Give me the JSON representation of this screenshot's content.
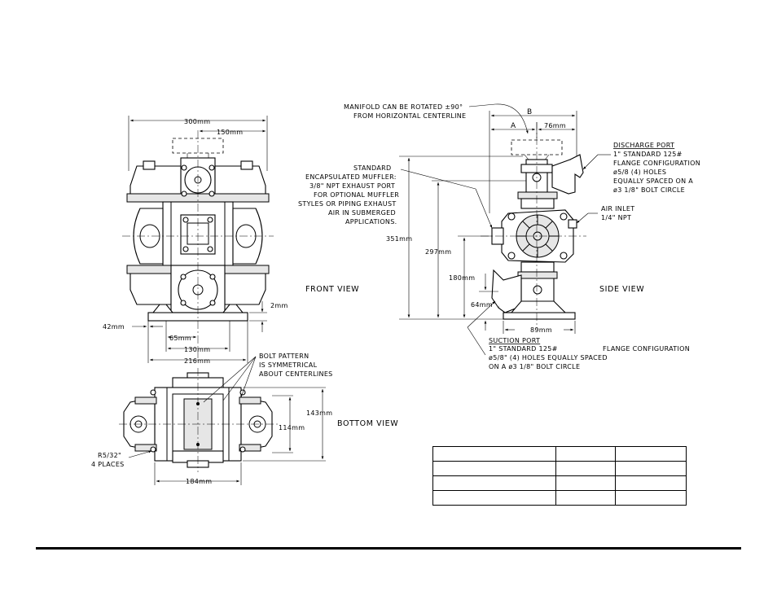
{
  "front_view": {
    "title": "FRONT VIEW",
    "dims": {
      "overall_width": "300mm",
      "half_width": "150mm",
      "foot_offset": "42mm",
      "height_small": "2mm",
      "inner_65": "65mm",
      "inner_130": "130mm",
      "base_216": "216mm"
    }
  },
  "side_view": {
    "title": "SIDE VIEW",
    "manifold_note": [
      "MANIFOLD CAN BE ROTATED ±90°",
      "FROM HORIZONTAL CENTERLINE"
    ],
    "muffler_note": [
      "STANDARD",
      "ENCAPSULATED MUFFLER:",
      "3/8\" NPT EXHAUST PORT",
      "FOR OPTIONAL MUFFLER",
      "STYLES OR PIPING EXHAUST",
      "AIR IN SUBMERGED",
      "APPLICATIONS."
    ],
    "discharge_port": {
      "title": "DISCHARGE PORT",
      "lines": [
        "1\" STANDARD 125#",
        "FLANGE CONFIGURATION",
        "ø5/8 (4) HOLES",
        "EQUALLY SPACED ON A",
        "ø3 1/8\" BOLT CIRCLE"
      ]
    },
    "air_inlet": [
      "AIR INLET",
      "1/4\" NPT"
    ],
    "suction_port": {
      "title": "SUCTION PORT",
      "line1a": "1\" STANDARD 125#",
      "line1b": "FLANGE CONFIGURATION",
      "line2": "ø5/8\" (4) HOLES EQUALLY SPACED",
      "line3": "ON A ø3 1/8\" BOLT CIRCLE"
    },
    "dims": {
      "a": "A",
      "b": "B",
      "d76": "76mm",
      "d351": "351mm",
      "d297": "297mm",
      "d180": "180mm",
      "d64": "64mm",
      "d89": "89mm"
    }
  },
  "bottom_view": {
    "title": "BOTTOM VIEW",
    "bolt_note": [
      "BOLT PATTERN",
      "IS SYMMETRICAL",
      "ABOUT CENTERLINES"
    ],
    "radius_note": [
      "R5/32\"",
      "4 PLACES"
    ],
    "dims": {
      "d143": "143mm",
      "d114": "114mm",
      "d184": "184mm"
    }
  },
  "dimension_table": {
    "rows": [
      [
        "",
        "",
        ""
      ],
      [
        "",
        "",
        ""
      ],
      [
        "",
        "",
        ""
      ],
      [
        "",
        "",
        ""
      ]
    ]
  }
}
